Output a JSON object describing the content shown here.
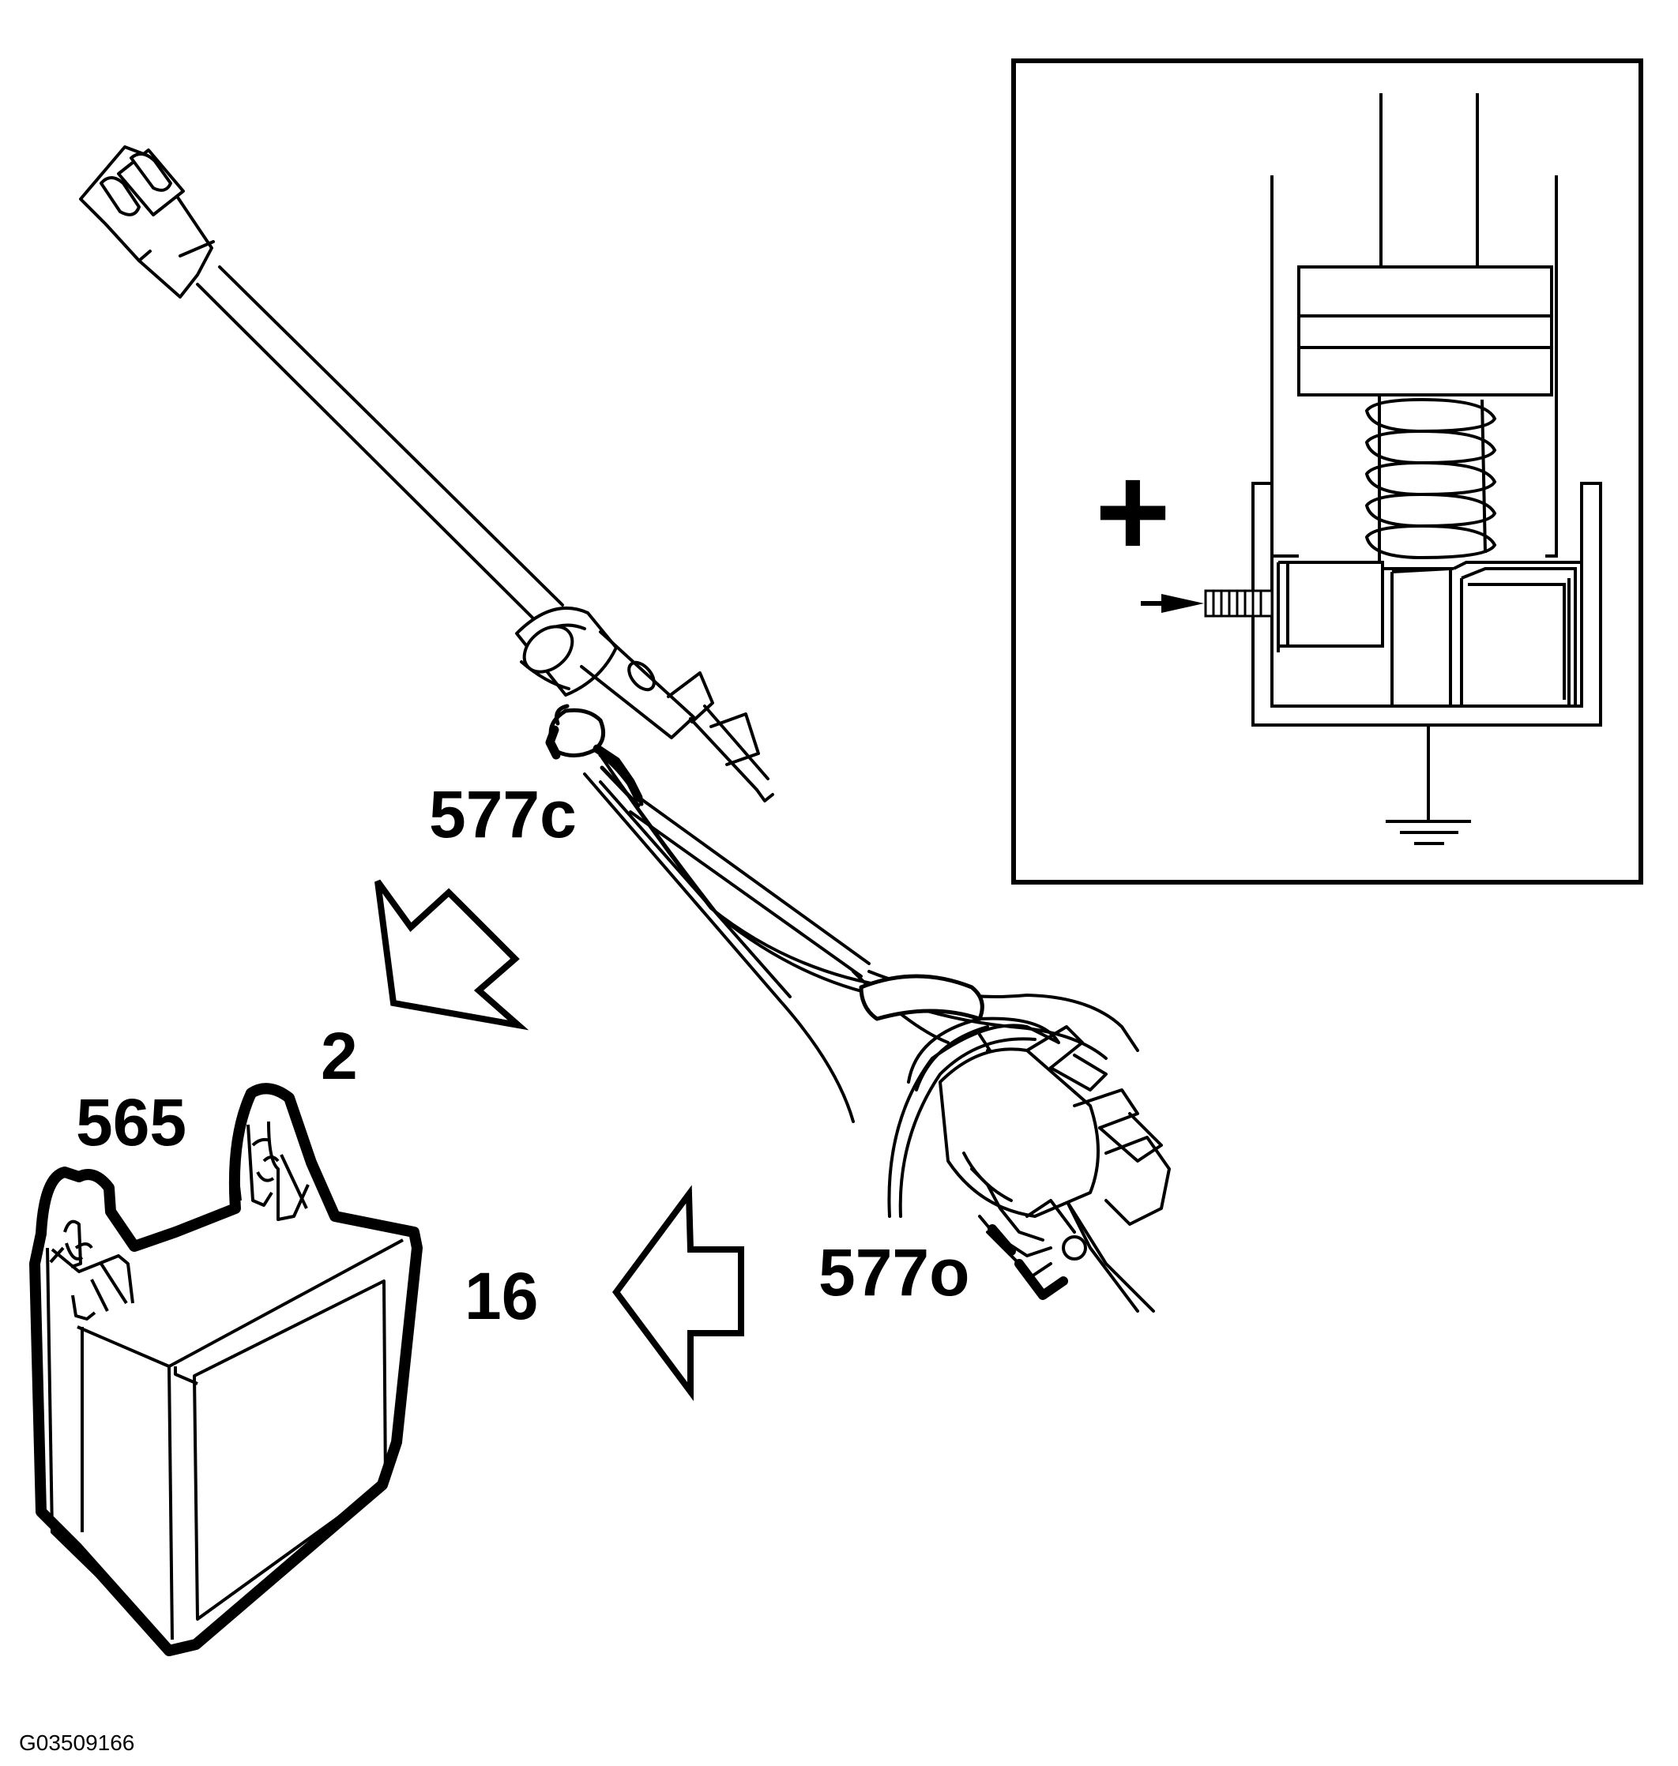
{
  "diagram": {
    "labels": {
      "connector_c": "577c",
      "step_2": "2",
      "module_565": "565",
      "step_16": "16",
      "connector_o": "577o"
    },
    "inset": {
      "plus_symbol": "+"
    },
    "figure_id": "G03509166"
  },
  "colors": {
    "ink": "#000000",
    "paper": "#ffffff"
  }
}
